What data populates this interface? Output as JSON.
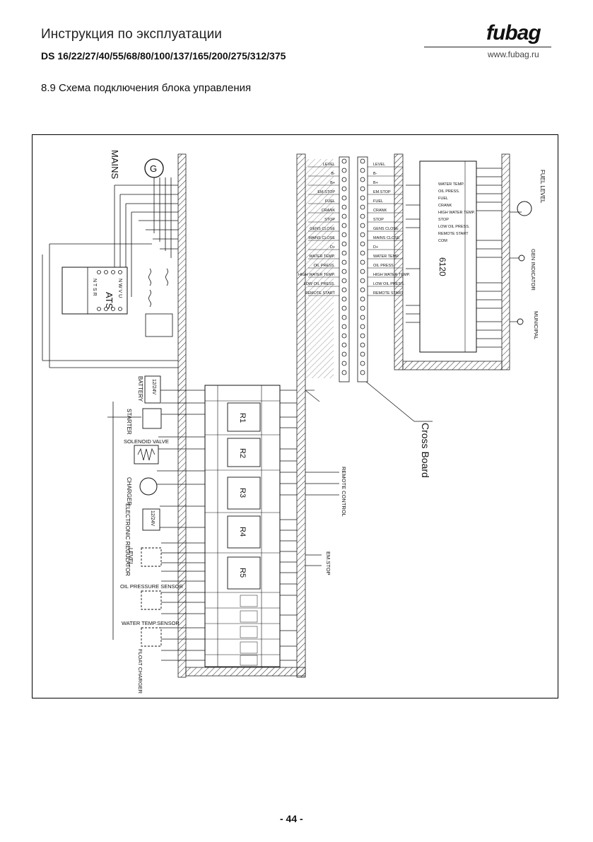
{
  "header": {
    "title": "Инструкция по эксплуатации",
    "models": "DS 16/22/27/40/55/68/80/100/137/165/200/275/312/375",
    "logo": "fubag",
    "url": "www.fubag.ru"
  },
  "section_title": "8.9 Схема подключения блока управления",
  "diagram": {
    "mains": "MAINS",
    "generator": "G",
    "ats": "ATS",
    "ats_top": "N T S R",
    "ats_bottom": "N W V U",
    "battery": "BATTERY",
    "battery_v": "12/24V",
    "starter": "STARTER",
    "solenoid": "SOLENOID VALVE",
    "charger": "CHARGER",
    "regulator": "ELECTRONIC REGULATOR",
    "regulator_v": "12/24V",
    "level": "LEVEL",
    "oil_sensor": "OIL PRESSURE SENSOR",
    "water_sensor": "WATER TEMP.SENSOR",
    "float_charger": "FLOAT CHARGER",
    "relays": [
      "R1",
      "R2",
      "R3",
      "R4",
      "R5"
    ],
    "cross_board": "Cross Board",
    "controller": "6120",
    "remote_control": "REMOTE CONTROL",
    "em_stop": "EM.STOP",
    "gen_indicator": "GEN INDICATOR",
    "municipal": "MUNICIPAL",
    "fuel_level": "FUEL LEVEL",
    "left_terminals": [
      "LEVEL",
      "B-",
      "B+",
      "EM.STOP",
      "FUEL",
      "CRANK",
      "STOP",
      "GENS CLOSE",
      "MAINS CLOSE",
      "D+",
      "WATER TEMP.",
      "OIL PRESS.",
      "HIGH WATER TEMP.",
      "LOW OIL PRESS.",
      "REMOTE START"
    ],
    "right_terminals": [
      "LEVEL",
      "B-",
      "B+",
      "EM.STOP",
      "FUEL",
      "CRANK",
      "STOP",
      "GENS CLOSE",
      "MAINS CLOSE",
      "D+",
      "WATER TEMP.",
      "OIL PRESS.",
      "HIGH WATER TEMP.",
      "LOW OIL PRESS.",
      "REMOTE START"
    ],
    "ctrl_labels": [
      "WATER TEMP.",
      "OIL PRESS.",
      "FUEL",
      "CRANK",
      "HIGH WATER TEMP.",
      "STOP",
      "LOW OIL PRESS.",
      "REMOTE START",
      "COM"
    ]
  },
  "footer": {
    "page": "- 44 -"
  }
}
